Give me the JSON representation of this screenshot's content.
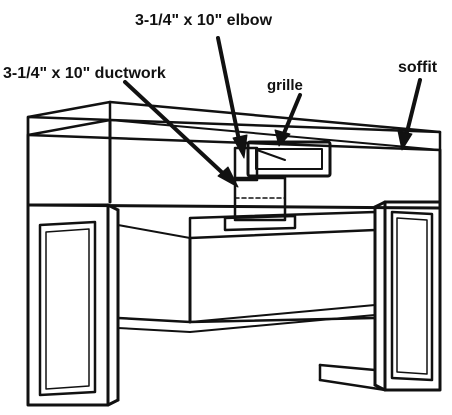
{
  "labels": {
    "elbow": "3-1/4\" x 10\" elbow",
    "ductwork": "3-1/4\" x 10\" ductwork",
    "grille": "grille",
    "soffit": "soffit"
  },
  "colors": {
    "ink": "#111111",
    "paper": "#ffffff"
  }
}
